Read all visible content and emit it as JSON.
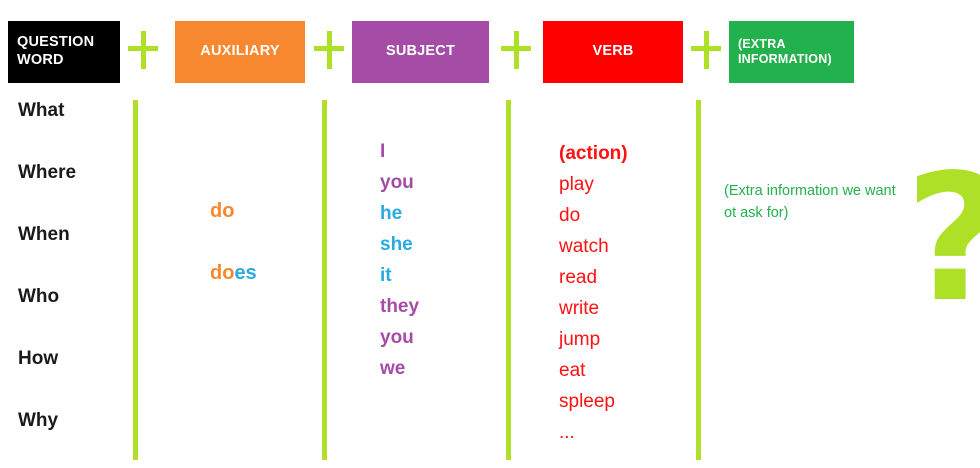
{
  "palette": {
    "black": "#000000",
    "orange": "#F7882F",
    "purple": "#A54DA6",
    "red": "#FF0000",
    "green": "#22B14C",
    "lime": "#AEE028",
    "blue": "#29ABE2"
  },
  "header": {
    "boxes": [
      {
        "label": "QUESTION\nWORD",
        "line1": "QUESTION",
        "line2": "WORD",
        "color": "#000000"
      },
      {
        "label": "AUXILIARY",
        "line1": "AUXILIARY",
        "line2": "",
        "color": "#F7882F"
      },
      {
        "label": "SUBJECT",
        "line1": "SUBJECT",
        "line2": "",
        "color": "#A54DA6"
      },
      {
        "label": "VERB",
        "line1": "VERB",
        "line2": "",
        "color": "#FF0000"
      },
      {
        "label": "(EXTRA\nINFORMATION)",
        "line1": "(EXTRA",
        "line2": "INFORMATION)",
        "color": "#22B14C"
      }
    ],
    "operators": [
      "+",
      "+",
      "+",
      "+"
    ]
  },
  "columns": {
    "question_words": [
      "What",
      "Where",
      "When",
      "Who",
      "How",
      "Why"
    ],
    "auxiliaries": [
      {
        "stem": "do",
        "suffix": ""
      },
      {
        "stem": "do",
        "suffix": "es"
      }
    ],
    "subjects": [
      {
        "text": "I",
        "color": "purple"
      },
      {
        "text": "you",
        "color": "purple"
      },
      {
        "text": "he",
        "color": "blue"
      },
      {
        "text": "she",
        "color": "blue"
      },
      {
        "text": "it",
        "color": "blue"
      },
      {
        "text": "they",
        "color": "purple"
      },
      {
        "text": "you",
        "color": "purple"
      },
      {
        "text": "we",
        "color": "purple"
      }
    ],
    "verbs": [
      {
        "text": "(action)",
        "bold": true
      },
      {
        "text": "play",
        "bold": false
      },
      {
        "text": "do",
        "bold": false
      },
      {
        "text": "watch",
        "bold": false
      },
      {
        "text": "read",
        "bold": false
      },
      {
        "text": "write",
        "bold": false
      },
      {
        "text": "jump",
        "bold": false
      },
      {
        "text": "eat",
        "bold": false
      },
      {
        "text": "spleep",
        "bold": false
      },
      {
        "text": "...",
        "bold": false
      }
    ],
    "extra_information_note": "(Extra information we want ot ask for)"
  },
  "question_mark": "?"
}
